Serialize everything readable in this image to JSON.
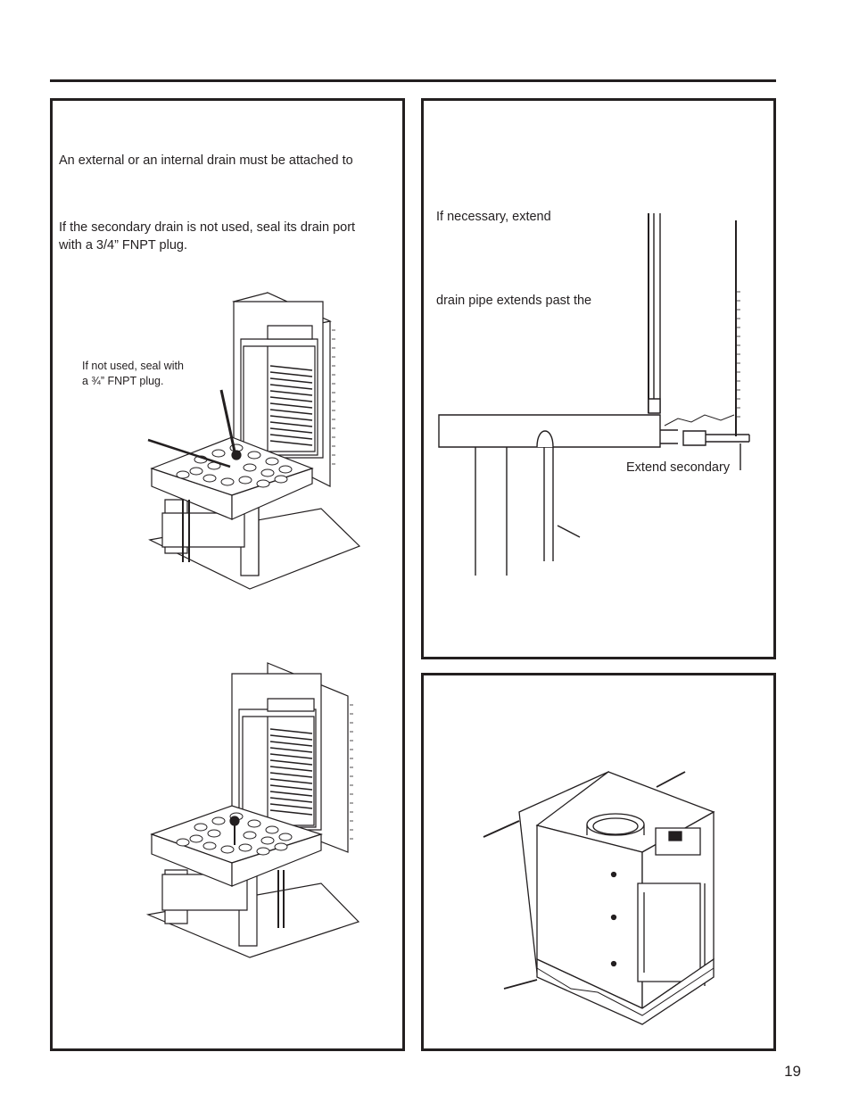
{
  "left_panel": {
    "para1": "An external or an internal drain must be attached to",
    "para2_line1": "If the secondary drain is not used, seal its drain port",
    "para2_line2": "with a 3/4” FNPT plug.",
    "callout_line1": "If not used, seal with",
    "callout_line2": "a ¾” FNPT plug."
  },
  "right_top_panel": {
    "text1": "If necessary, extend",
    "text2": "drain pipe extends past the",
    "callout": "Extend secondary"
  },
  "page_number": "19"
}
